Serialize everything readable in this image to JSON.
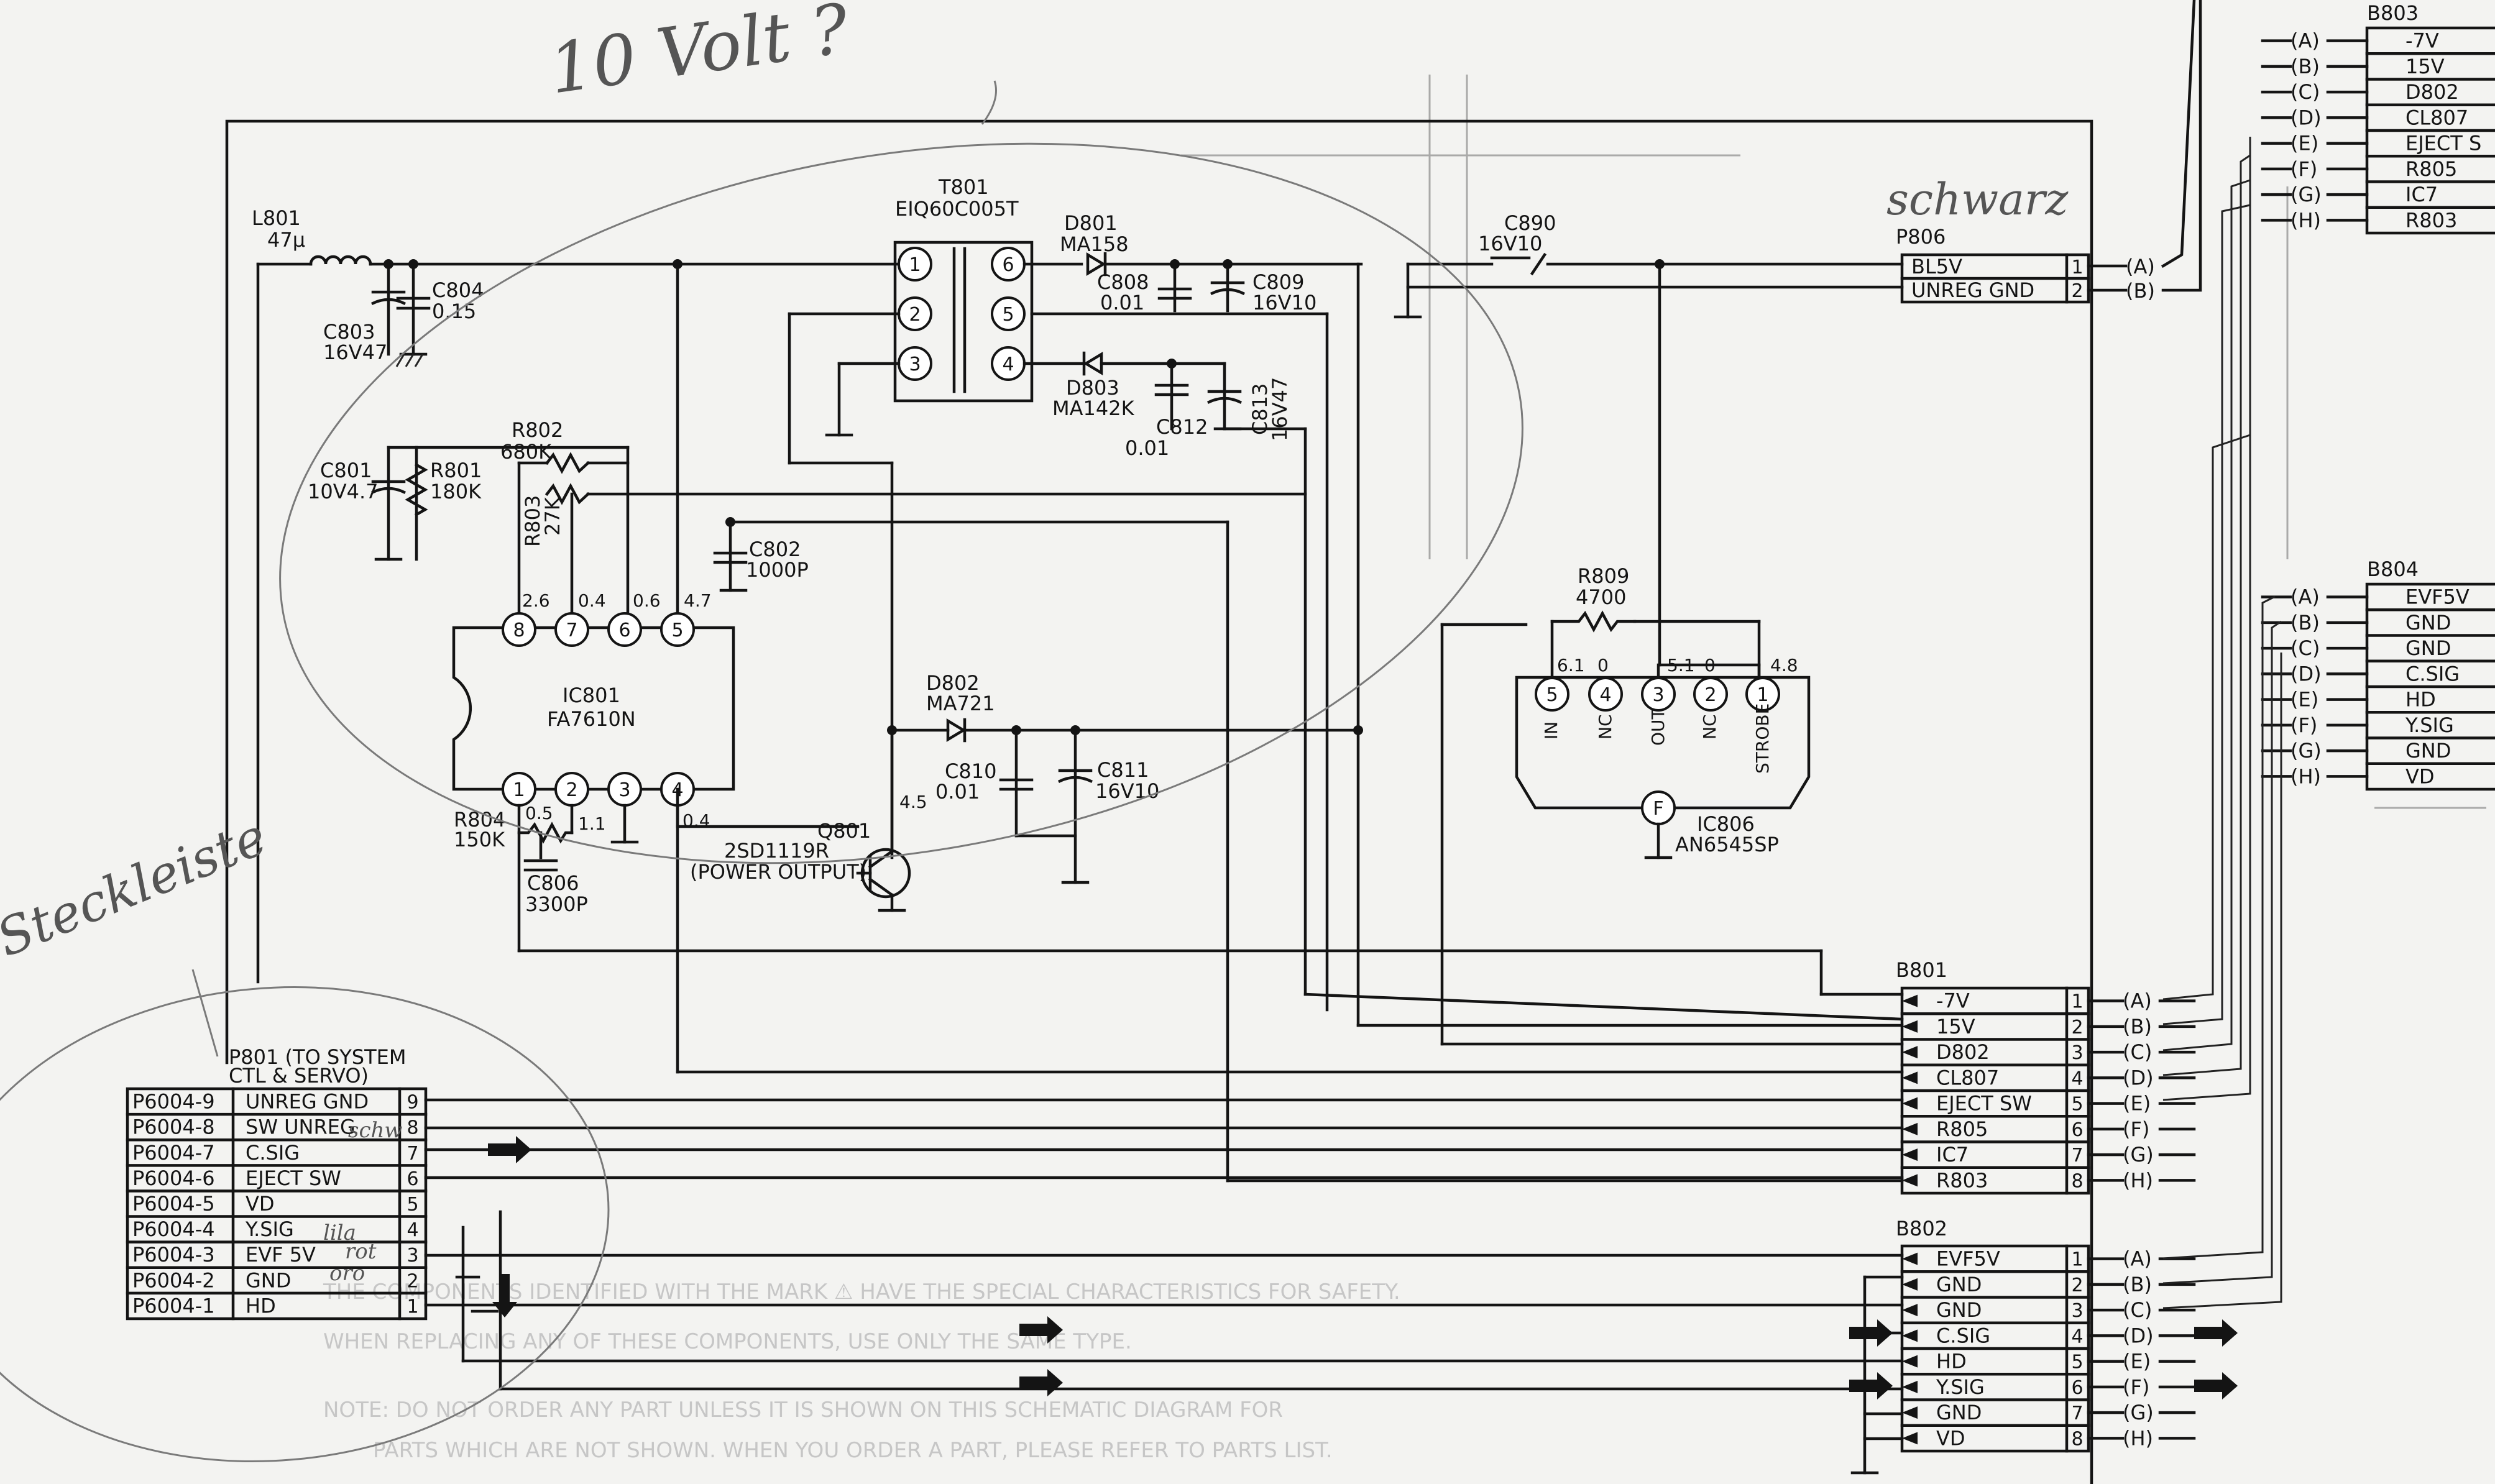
{
  "components": {
    "L801": {
      "ref": "L801",
      "value": "47µ"
    },
    "C803": {
      "ref": "C803",
      "value": "16V47"
    },
    "C804": {
      "ref": "C804",
      "value": "0.15"
    },
    "T801": {
      "ref": "T801",
      "value": "EIQ60C005T"
    },
    "D801": {
      "ref": "D801",
      "value": "MA158"
    },
    "C808": {
      "ref": "C808",
      "value": "0.01"
    },
    "C809": {
      "ref": "C809",
      "value": "16V10"
    },
    "D803": {
      "ref": "D803",
      "value": "MA142K"
    },
    "C812": {
      "ref": "C812",
      "value": "0.01"
    },
    "C813": {
      "ref": "C813",
      "value": "16V47"
    },
    "C890": {
      "ref": "C890",
      "value": "16V10"
    },
    "C801": {
      "ref": "C801",
      "value": "10V4.7"
    },
    "R801": {
      "ref": "R801",
      "value": "180K"
    },
    "R802": {
      "ref": "R802",
      "value": "680K"
    },
    "R803": {
      "ref": "R803",
      "value": "27K"
    },
    "C802": {
      "ref": "C802",
      "value": "1000P"
    },
    "IC801": {
      "ref": "IC801",
      "value": "FA7610N"
    },
    "R804": {
      "ref": "R804",
      "value": "150K"
    },
    "C806": {
      "ref": "C806",
      "value": "3300P"
    },
    "Q801": {
      "ref": "Q801",
      "value": "2SD1119R",
      "note": "(POWER OUTPUT)"
    },
    "D802": {
      "ref": "D802",
      "value": "MA721"
    },
    "C810": {
      "ref": "C810",
      "value": "0.01"
    },
    "C811": {
      "ref": "C811",
      "value": "16V10"
    },
    "R809": {
      "ref": "R809",
      "value": "4700"
    },
    "IC806": {
      "ref": "IC806",
      "value": "AN6545SP",
      "pin_in": "IN",
      "pin_nc_a": "NC",
      "pin_out": "OUT",
      "pin_nc_b": "NC",
      "pin_strobe": "STROBE"
    }
  },
  "voltages": {
    "ic801_p8": "2.6",
    "ic801_p7": "0.4",
    "ic801_p6": "0.6",
    "ic801_p5": "4.7",
    "ic801_p1": "0.5",
    "ic801_p2": "1.1",
    "ic801_p4": "0.4",
    "q801_collector": "4.5",
    "ic806_p5": "6.1",
    "ic806_p4": "0",
    "ic806_p3": "5.1",
    "ic806_p2": "0",
    "ic806_p1": "4.8"
  },
  "connectors": {
    "P806": {
      "title": "P806",
      "rows": [
        {
          "signal": "BL5V",
          "pin": "1",
          "letter": "(A)"
        },
        {
          "signal": "UNREG GND",
          "pin": "2",
          "letter": "(B)"
        }
      ]
    },
    "B801": {
      "title": "B801",
      "rows": [
        {
          "signal": "-7V",
          "pin": "1",
          "letter": "(A)"
        },
        {
          "signal": "15V",
          "pin": "2",
          "letter": "(B)"
        },
        {
          "signal": "D802",
          "pin": "3",
          "letter": "(C)"
        },
        {
          "signal": "CL807",
          "pin": "4",
          "letter": "(D)"
        },
        {
          "signal": "EJECT SW",
          "pin": "5",
          "letter": "(E)"
        },
        {
          "signal": "R805",
          "pin": "6",
          "letter": "(F)"
        },
        {
          "signal": "IC7",
          "pin": "7",
          "letter": "(G)"
        },
        {
          "signal": "R803",
          "pin": "8",
          "letter": "(H)"
        }
      ]
    },
    "B802": {
      "title": "B802",
      "rows": [
        {
          "signal": "EVF5V",
          "pin": "1",
          "letter": "(A)"
        },
        {
          "signal": "GND",
          "pin": "2",
          "letter": "(B)"
        },
        {
          "signal": "GND",
          "pin": "3",
          "letter": "(C)"
        },
        {
          "signal": "C.SIG",
          "pin": "4",
          "letter": "(D)"
        },
        {
          "signal": "HD",
          "pin": "5",
          "letter": "(E)"
        },
        {
          "signal": "Y.SIG",
          "pin": "6",
          "letter": "(F)"
        },
        {
          "signal": "GND",
          "pin": "7",
          "letter": "(G)"
        },
        {
          "signal": "VD",
          "pin": "8",
          "letter": "(H)"
        }
      ]
    },
    "B803": {
      "title": "B803",
      "rows": [
        {
          "signal": "-7V",
          "letter": "(A)"
        },
        {
          "signal": "15V",
          "letter": "(B)"
        },
        {
          "signal": "D802",
          "letter": "(C)"
        },
        {
          "signal": "CL807",
          "letter": "(D)"
        },
        {
          "signal": "EJECT S",
          "letter": "(E)"
        },
        {
          "signal": "R805",
          "letter": "(F)"
        },
        {
          "signal": "IC7",
          "letter": "(G)"
        },
        {
          "signal": "R803",
          "letter": "(H)"
        }
      ]
    },
    "B804": {
      "title": "B804",
      "rows": [
        {
          "signal": "EVF5V",
          "letter": "(A)"
        },
        {
          "signal": "GND",
          "letter": "(B)"
        },
        {
          "signal": "GND",
          "letter": "(C)"
        },
        {
          "signal": "C.SIG",
          "letter": "(D)"
        },
        {
          "signal": "HD",
          "letter": "(E)"
        },
        {
          "signal": "Y.SIG",
          "letter": "(F)"
        },
        {
          "signal": "GND",
          "letter": "(G)"
        },
        {
          "signal": "VD",
          "letter": "(H)"
        }
      ]
    },
    "P801": {
      "title_1": "P801 (TO SYSTEM",
      "title_2": "CTL & SERVO)",
      "rows": [
        {
          "ext": "P6004-9",
          "signal": "UNREG GND",
          "pin": "9"
        },
        {
          "ext": "P6004-8",
          "signal": "SW UNREG",
          "pin": "8"
        },
        {
          "ext": "P6004-7",
          "signal": "C.SIG",
          "pin": "7"
        },
        {
          "ext": "P6004-6",
          "signal": "EJECT SW",
          "pin": "6"
        },
        {
          "ext": "P6004-5",
          "signal": "VD",
          "pin": "5"
        },
        {
          "ext": "P6004-4",
          "signal": "Y.SIG",
          "pin": "4"
        },
        {
          "ext": "P6004-3",
          "signal": "EVF 5V",
          "pin": "3"
        },
        {
          "ext": "P6004-2",
          "signal": "GND",
          "pin": "2"
        },
        {
          "ext": "P6004-1",
          "signal": "HD",
          "pin": "1"
        }
      ]
    }
  },
  "notes": {
    "safety": "THE COMPONENTS IDENTIFIED WITH THE MARK ⚠ HAVE THE SPECIAL CHARACTERISTICS FOR SAFETY.",
    "replacement": "WHEN REPLACING ANY OF THESE COMPONENTS, USE ONLY THE SAME TYPE.",
    "parts_1": "NOTE: DO NOT ORDER ANY PART UNLESS IT IS SHOWN ON THIS SCHEMATIC DIAGRAM FOR",
    "parts_2": "PARTS WHICH ARE NOT SHOWN. WHEN YOU ORDER A PART, PLEASE REFER TO PARTS LIST."
  },
  "annotations": {
    "handwritten_title": "10 Volt ?",
    "schwarz": "schwarz",
    "steckleiste": "Steckleiste",
    "note_schw": "schw",
    "note_lila": "lila",
    "note_rot": "rot",
    "note_oro": "oro"
  }
}
